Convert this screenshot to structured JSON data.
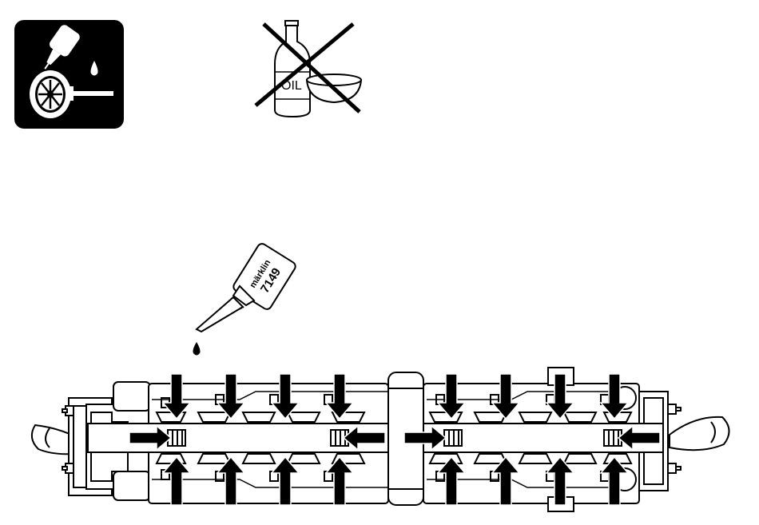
{
  "icons": {
    "lubricate_icon": "lubricate-wheel-icon",
    "no_oil_icon": "no-oil-icon",
    "oil_bottle": "oil-bottle-icon"
  },
  "labels": {
    "no_oil_text": "OIL",
    "bottle_brand": "märklin",
    "bottle_number": "7149"
  },
  "colors": {
    "ink": "#000000",
    "paper": "#ffffff"
  }
}
